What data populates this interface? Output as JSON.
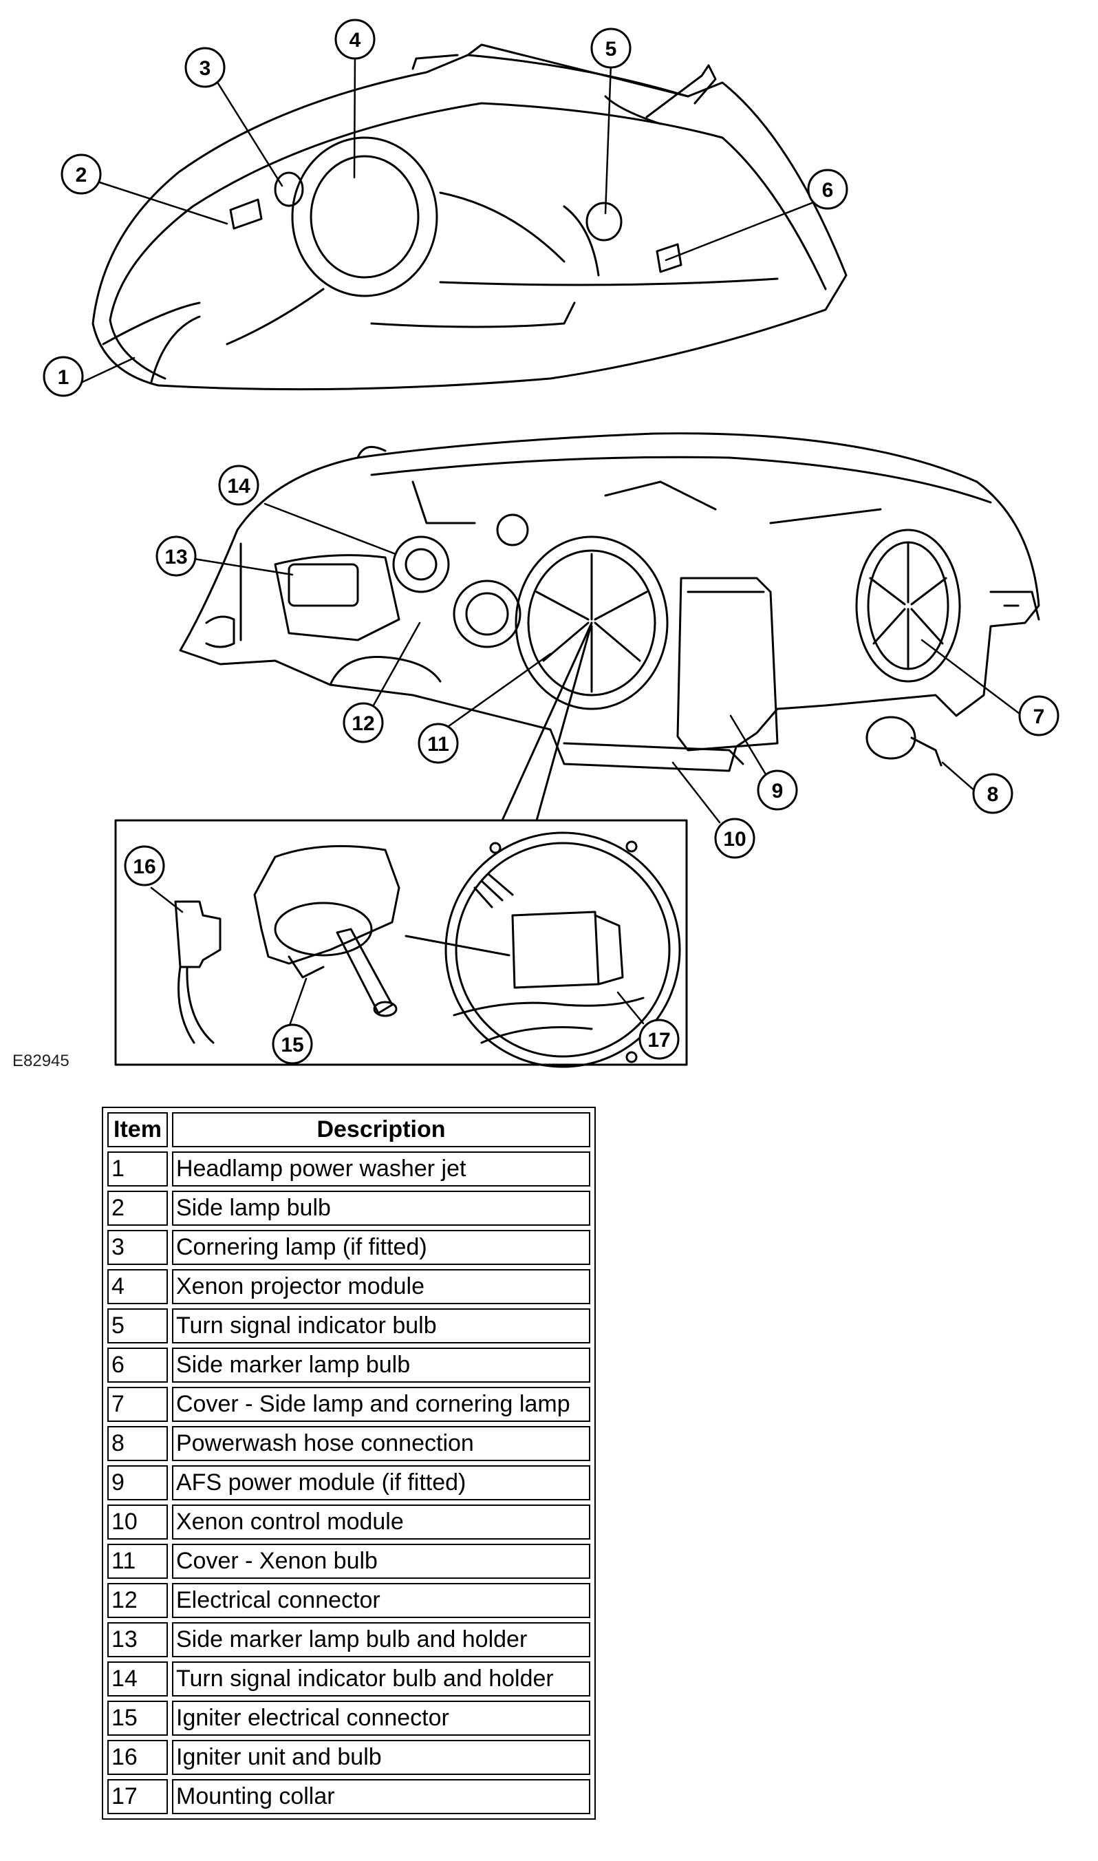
{
  "figure_code": "E82945",
  "callouts": [
    "1",
    "2",
    "3",
    "4",
    "5",
    "6",
    "7",
    "8",
    "9",
    "10",
    "11",
    "12",
    "13",
    "14",
    "15",
    "16",
    "17"
  ],
  "table": {
    "headers": [
      "Item",
      "Description"
    ],
    "rows": [
      [
        "1",
        "Headlamp power washer jet"
      ],
      [
        "2",
        "Side lamp bulb"
      ],
      [
        "3",
        "Cornering lamp (if fitted)"
      ],
      [
        "4",
        "Xenon projector module"
      ],
      [
        "5",
        "Turn signal indicator bulb"
      ],
      [
        "6",
        "Side marker lamp bulb"
      ],
      [
        "7",
        "Cover - Side lamp and cornering lamp"
      ],
      [
        "8",
        "Powerwash hose connection"
      ],
      [
        "9",
        "AFS power module (if fitted)"
      ],
      [
        "10",
        "Xenon control module"
      ],
      [
        "11",
        "Cover - Xenon bulb"
      ],
      [
        "12",
        "Electrical connector"
      ],
      [
        "13",
        "Side marker lamp bulb and holder"
      ],
      [
        "14",
        "Turn signal indicator bulb and holder"
      ],
      [
        "15",
        "Igniter electrical connector"
      ],
      [
        "16",
        "Igniter unit and bulb"
      ],
      [
        "17",
        "Mounting collar"
      ]
    ]
  }
}
